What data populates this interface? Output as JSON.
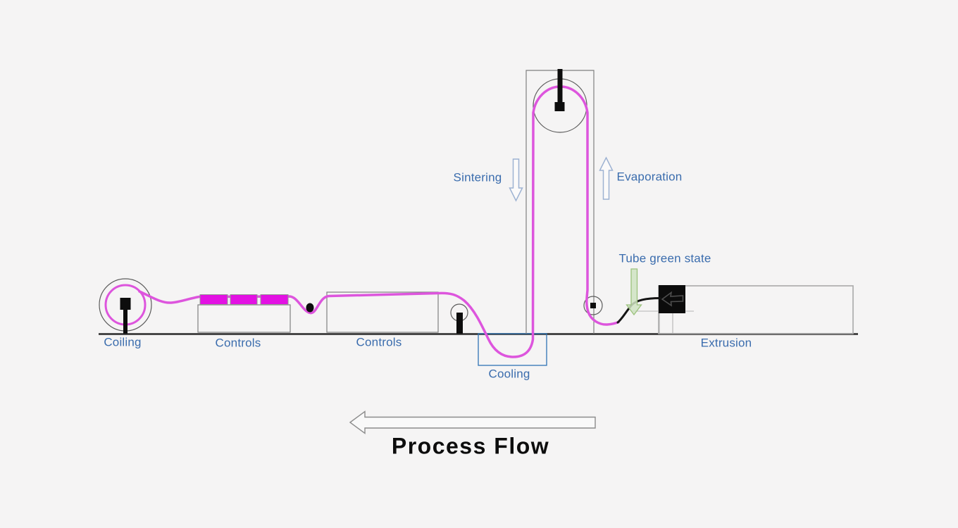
{
  "colors": {
    "background": "#f5f4f4",
    "magenta_line": "#dd55dd",
    "magenta_block": "#e311e3",
    "label_blue": "#3a6cad",
    "cooling_box_blue": "#2e74b5",
    "green_arrow_fill": "#cfe3c2",
    "green_arrow_stroke": "#9cc27d",
    "hollow_arrow_blue": "#9db2d2",
    "ground_gray": "#3a3a3a",
    "structure_gray": "#7f7f7f",
    "title_black": "#0d0d0d"
  },
  "title": {
    "label": "Process Flow",
    "arrow_direction": "left"
  },
  "stations": {
    "coiling": {
      "label": "Coiling"
    },
    "controls_1": {
      "label": "Controls"
    },
    "controls_2": {
      "label": "Controls"
    },
    "cooling": {
      "label": "Cooling"
    },
    "extrusion": {
      "label": "Extrusion"
    }
  },
  "annotations": {
    "sintering": {
      "label": "Sintering",
      "arrow_direction": "down"
    },
    "evaporation": {
      "label": "Evaporation",
      "arrow_direction": "up"
    },
    "tube_green_state": {
      "label": "Tube green state",
      "arrow_direction": "down"
    }
  }
}
